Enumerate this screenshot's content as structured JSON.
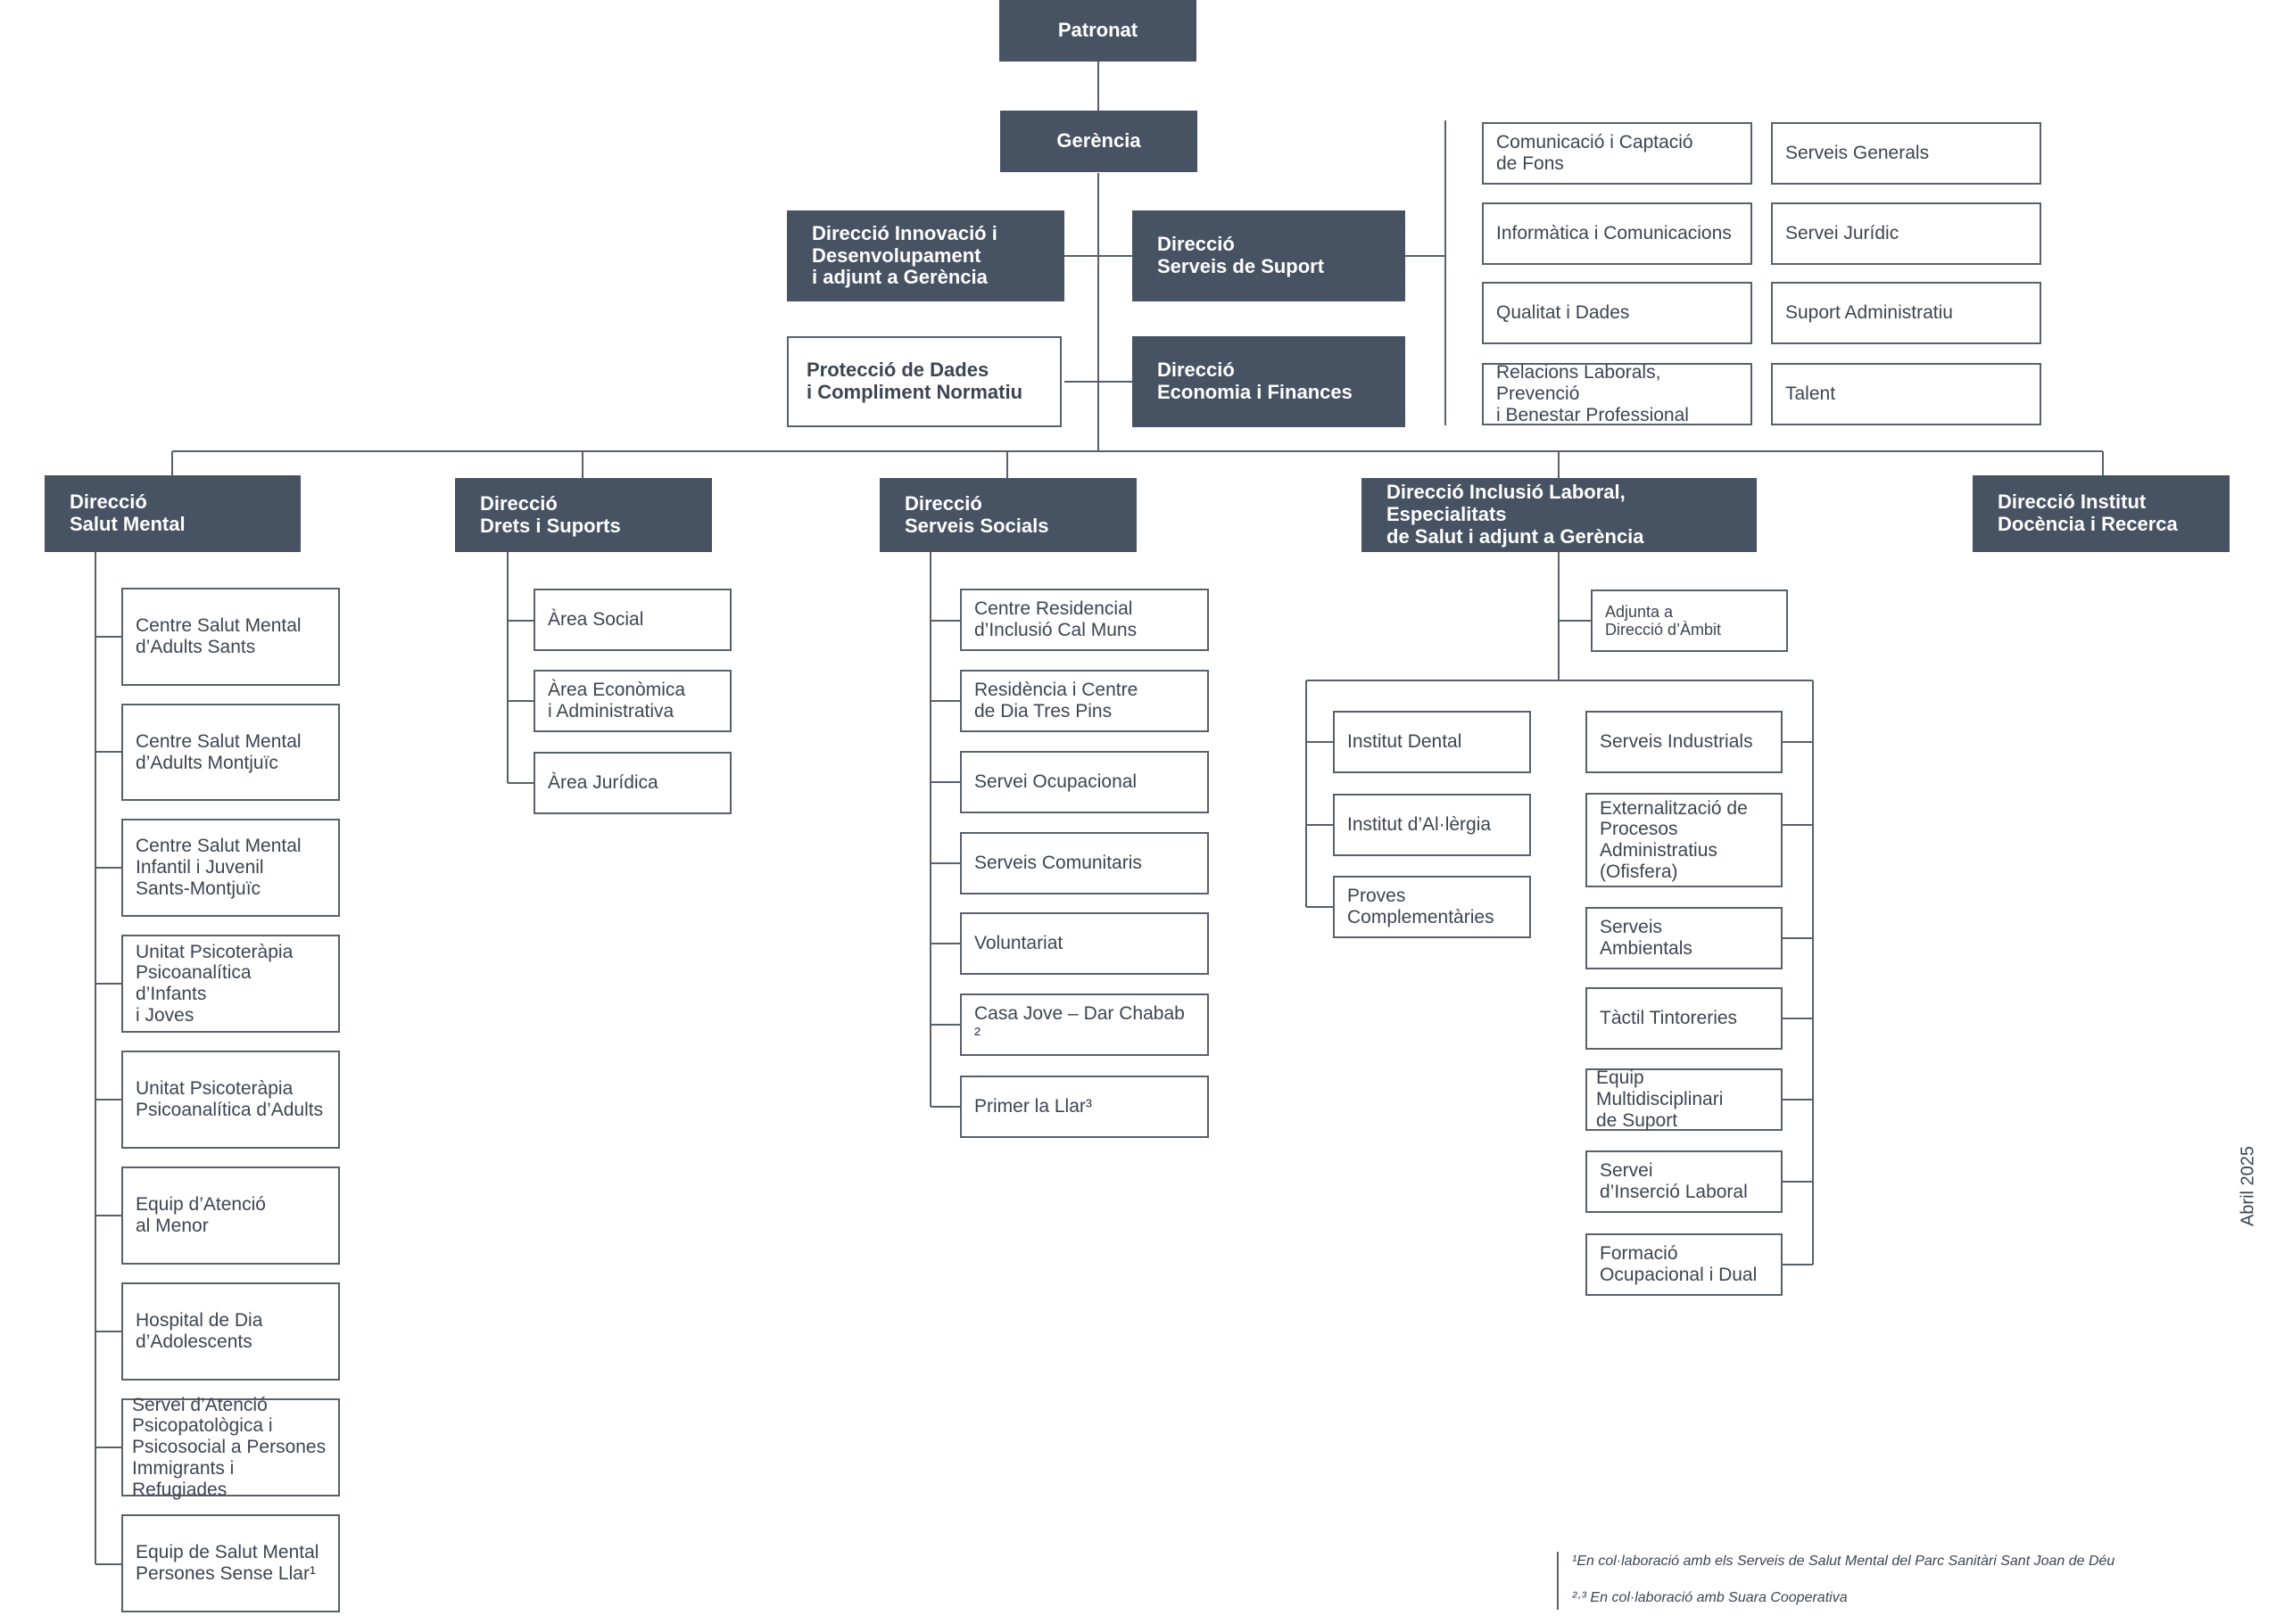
{
  "top": {
    "patronat": "Patronat",
    "gerencia": "Gerència"
  },
  "staff": {
    "innovacio": "Direcció Innovació i\nDesenvolupament\ni adjunt a Gerència",
    "serveis_suport": "Direcció\nServeis de Suport",
    "proteccio": "Protecció de Dades\ni Compliment Normatiu",
    "economia": "Direcció\nEconomia i Finances"
  },
  "support_units": [
    "Comunicació i Captació\nde Fons",
    "Serveis Generals",
    "Informàtica i Comunicacions",
    "Servei Jurídic",
    "Qualitat i Dades",
    "Suport Administratiu",
    "Relacions Laborals, Prevenció\ni Benestar Professional",
    "Talent"
  ],
  "directions": {
    "salut_mental": "Direcció\nSalut Mental",
    "drets": "Direcció\nDrets i Suports",
    "socials": "Direcció\nServeis Socials",
    "inclusio": "Direcció Inclusió Laboral, Especialitats\nde Salut i adjunt a Gerència",
    "institut": "Direcció Institut\nDocència i Recerca"
  },
  "salut_mental_units": [
    "Centre Salut Mental\nd’Adults Sants",
    "Centre Salut Mental\nd’Adults Montjuïc",
    "Centre Salut Mental\nInfantil i Juvenil\nSants-Montjuïc",
    "Unitat Psicoteràpia\nPsicoanalítica d’Infants\ni Joves",
    "Unitat Psicoteràpia\nPsicoanalítica d’Adults",
    "Equip d’Atenció\nal Menor",
    "Hospital de Dia\nd’Adolescents",
    "Servei d’Atenció\nPsicopatològica i\nPsicosocial a Persones\nImmigrants i Refugiades",
    "Equip de Salut Mental\nPersones Sense Llar¹"
  ],
  "drets_units": [
    "Àrea Social",
    "Àrea Econòmica\ni Administrativa",
    "Àrea Jurídica"
  ],
  "socials_units": [
    "Centre Residencial\nd’Inclusió Cal Muns",
    "Residència i Centre\nde Dia Tres Pins",
    "Servei Ocupacional",
    "Serveis Comunitaris",
    "Voluntariat",
    "Casa Jove – Dar Chabab ²",
    "Primer la Llar³"
  ],
  "inclusio": {
    "adjunta": "Adjunta a\nDirecció d’Àmbit",
    "left_units": [
      "Institut Dental",
      "Institut d’Al·lèrgia",
      "Proves\nComplementàries"
    ],
    "right_units": [
      "Serveis Industrials",
      "Externalització de\nProcesos\nAdministratius\n(Ofisfera)",
      "Serveis\nAmbientals",
      "Tàctil Tintoreries",
      "Equip Multidisciplinari\nde Suport",
      "Servei\nd’Inserció Laboral",
      "Formació\nOcupacional i Dual"
    ]
  },
  "notes": {
    "note1": "¹En col·laboració amb els Serveis de Salut Mental del Parc Sanitàri Sant Joan de Déu",
    "note2": "²·³ En col·laboració amb Suara Cooperativa"
  },
  "date": "Abril 2025",
  "colors": {
    "dark_box": "#475263",
    "line": "#58606c",
    "text": "#3d4552"
  }
}
